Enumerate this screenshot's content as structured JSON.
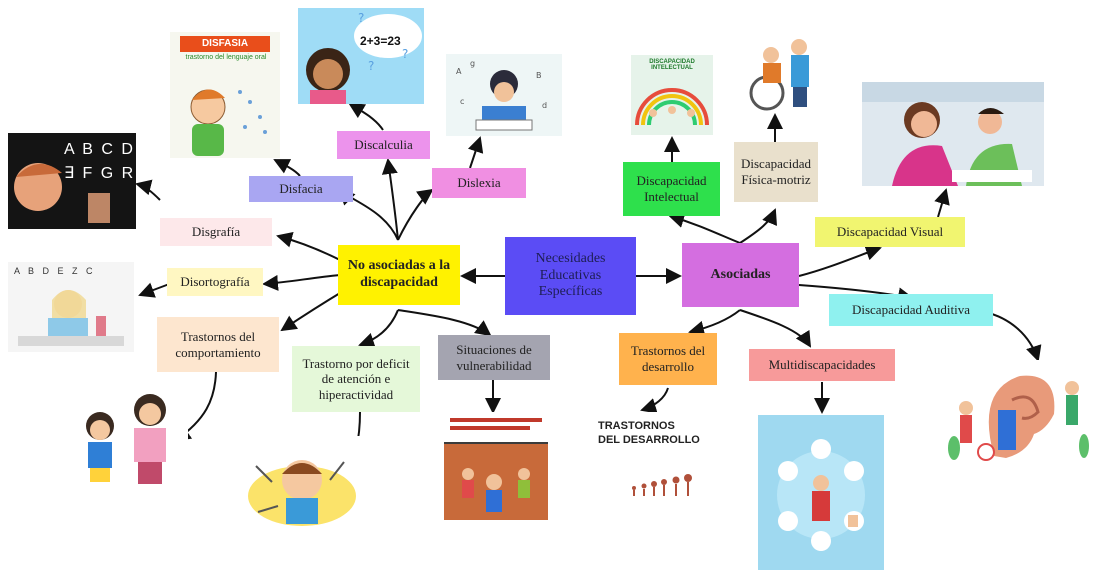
{
  "center": {
    "label": "Necesidades Educativas Específicas"
  },
  "left_hub": {
    "label": "No asociadas  a la discapacidad"
  },
  "right_hub": {
    "label": "Asociadas"
  },
  "left_branches": {
    "disfacia": "Disfacia",
    "discalculia": "Discalculia",
    "dislexia": "Dislexia",
    "disgrafia": "Disgrafía",
    "disortografia": "Disortografía",
    "trastornos_comportamiento": "Trastornos del comportamiento",
    "tdah": "Trastorno por deficit de atención e hiperactividad",
    "vulnerabilidad": "Situaciones de vulnerabilidad"
  },
  "right_branches": {
    "intelectual": "Discapacidad Intelectual",
    "fisica": "Discapacidad Física-motriz",
    "visual": "Discapacidad Visual",
    "auditiva": "Discapacidad Auditiva",
    "desarrollo": "Trastornos del desarrollo",
    "multi": "Multidiscapacidades"
  },
  "images": {
    "disfasia_title": "DISFASIA",
    "disfasia_subtitle": "trastorno del lenguaje oral",
    "math_expr": "2+3=23",
    "abc_row1": "A B C D",
    "abc_row2": "∃ F G R",
    "disort_letters": "A B D E Z C",
    "intelectual_title": "DISCAPACIDAD INTELECTUAL",
    "trastornos_title_1": "TRASTORNOS",
    "trastornos_title_2": "DEL DESARROLLO"
  },
  "colors": {
    "center": "#5b4cf5",
    "left_hub": "#fff200",
    "right_hub": "#d46ee0",
    "disfacia": "#a9a6f2",
    "discalculia": "#ec93ec",
    "dislexia": "#f08fe2",
    "disgrafia": "#fde8ea",
    "disortografia": "#fff7c2",
    "trastornos_comportamiento": "#fde6cf",
    "tdah": "#e5f8d9",
    "vulnerabilidad": "#a4a4b0",
    "intelectual": "#2ee04c",
    "fisica": "#e9e0cc",
    "visual": "#f1f570",
    "auditiva": "#8ff1ef",
    "desarrollo": "#ffb24d",
    "multi": "#f79a9a"
  }
}
